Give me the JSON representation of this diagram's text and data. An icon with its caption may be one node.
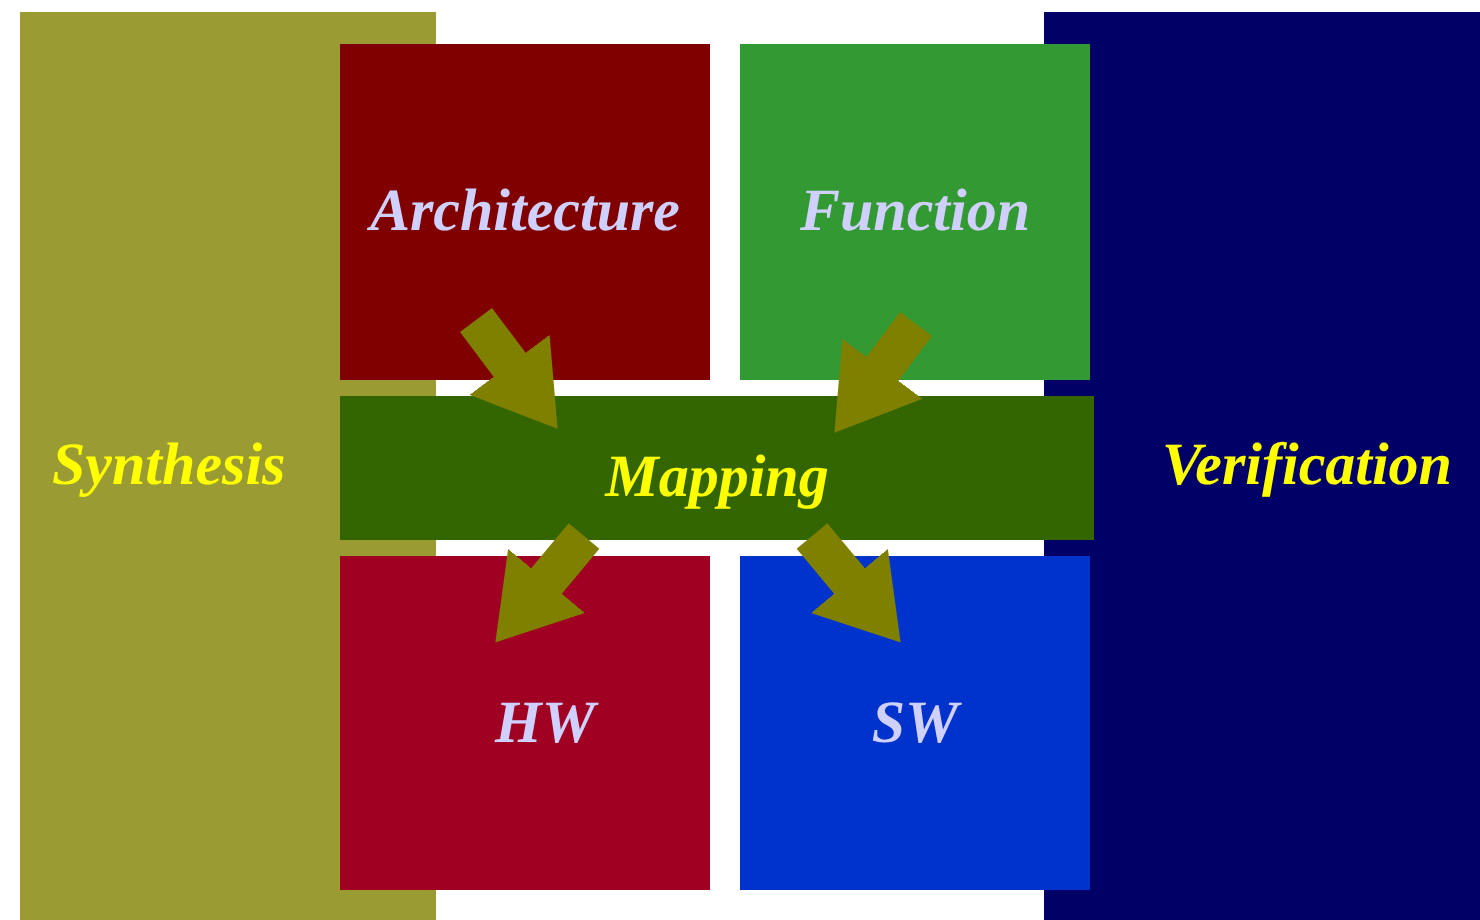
{
  "diagram": {
    "nodes": [
      {
        "text": [
          "Synthesis"
        ]
      },
      {
        "text": [
          "Architecture"
        ]
      },
      {
        "text": [
          "Function"
        ]
      },
      {
        "text": [
          "Verification"
        ]
      },
      {
        "text": [
          "Mapping"
        ]
      },
      {
        "text": [
          "HW"
        ]
      },
      {
        "text": [
          "SW"
        ]
      }
    ],
    "edges": [
      {
        "from": 1,
        "to": 4,
        "arrow": "to"
      },
      {
        "from": 2,
        "to": 4,
        "arrow": "to"
      },
      {
        "from": 4,
        "to": 5,
        "arrow": "to"
      },
      {
        "from": 4,
        "to": 6,
        "arrow": "to"
      }
    ]
  }
}
